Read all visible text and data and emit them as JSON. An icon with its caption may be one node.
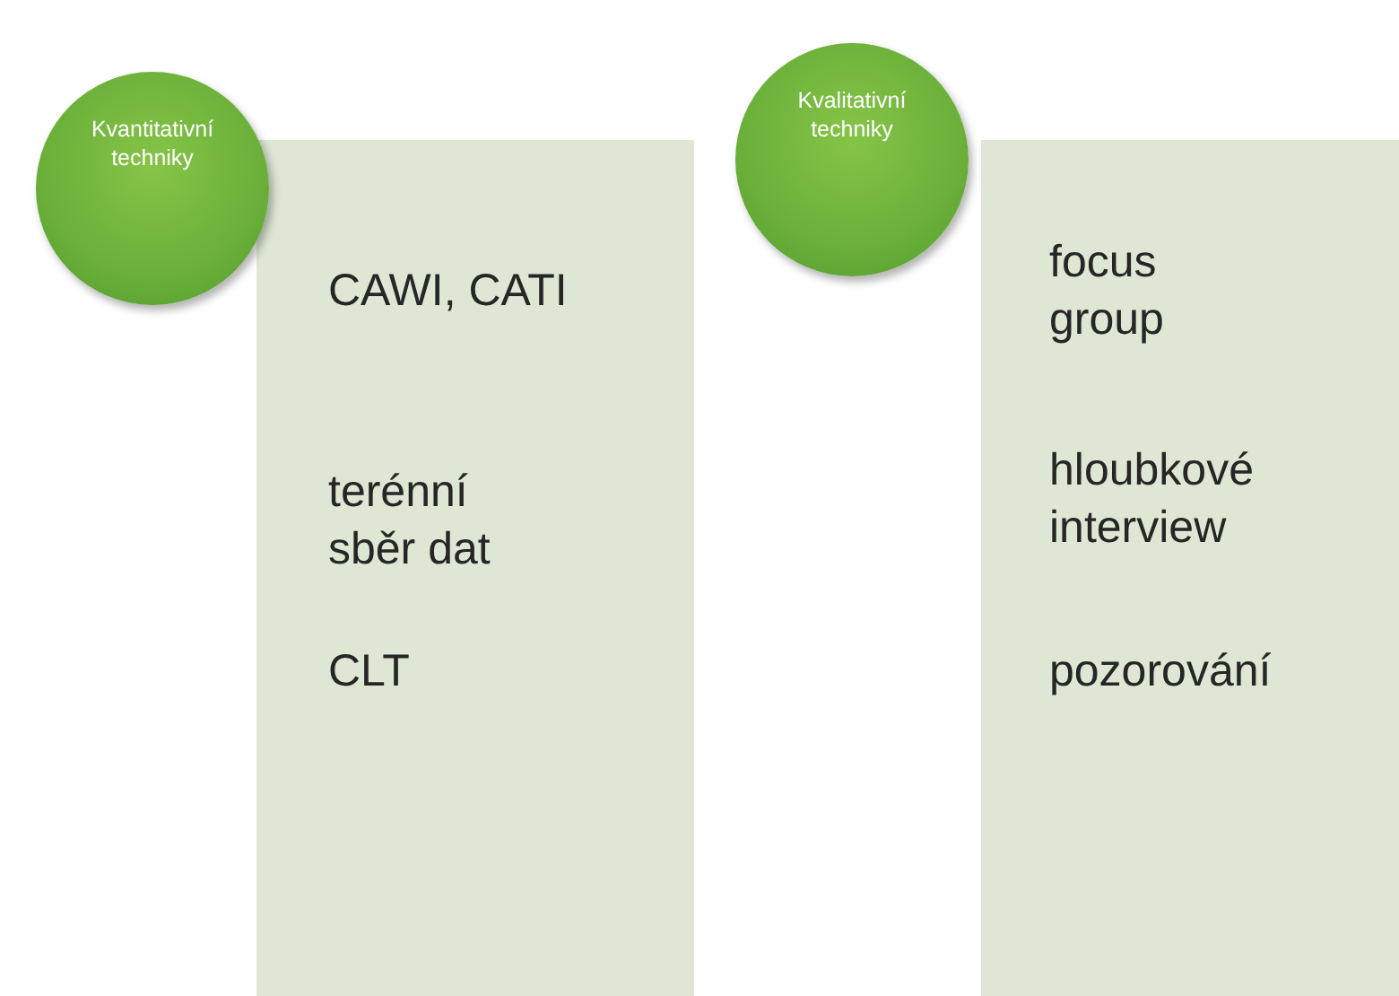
{
  "diagram": {
    "nodes": [
      {
        "text": [
          "Kvantitativní techniky"
        ]
      },
      {
        "text": [
          "CAWI, CATI",
          "terénní sběr dat",
          "CLT"
        ]
      },
      {
        "text": [
          "Kvalitativní techniky"
        ]
      },
      {
        "text": [
          "focus group",
          "hloubkové interview",
          "pozorování"
        ]
      }
    ]
  }
}
